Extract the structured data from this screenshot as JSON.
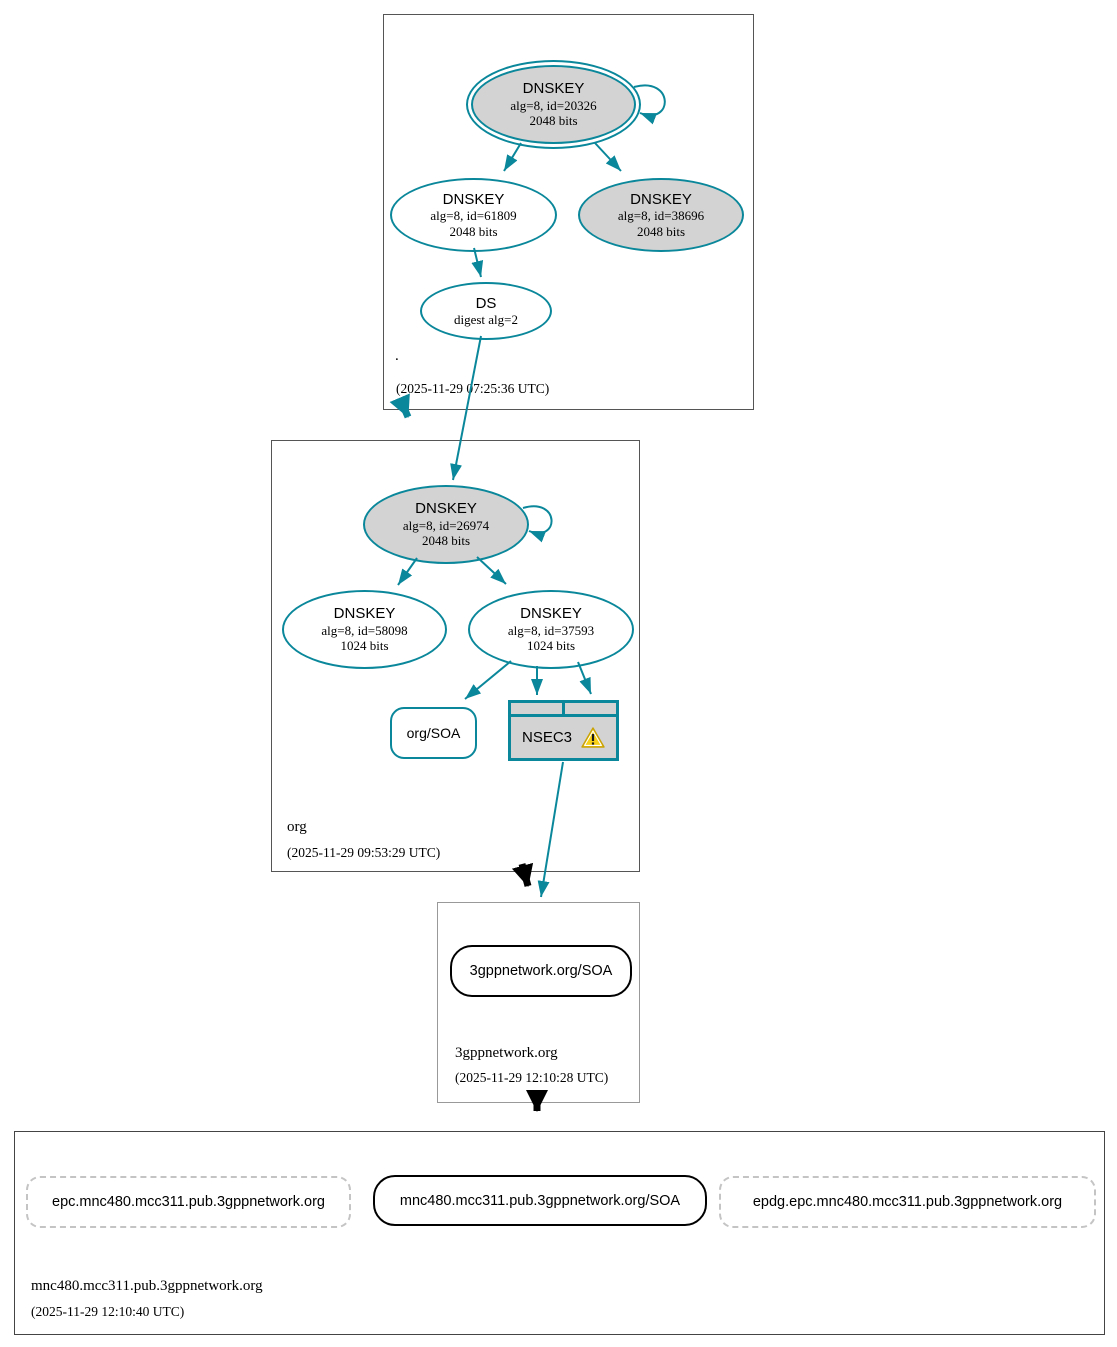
{
  "diagram_type": "dnssec-authentication-chain",
  "colors": {
    "secure_edge_teal": "#0a879a",
    "insecure_edge_black": "#000000",
    "node_fill_gray": "#d3d3d3",
    "node_fill_white": "#ffffff",
    "dashed_node_border": "#c4c4c4",
    "warning_yellow": "#f7d117",
    "zone_box_border": "#555555"
  },
  "zones": {
    "root": {
      "label": ".",
      "timestamp": "(2025-11-29 07:25:36 UTC)",
      "ksk": {
        "title": "DNSKEY",
        "detail1": "alg=8, id=20326",
        "detail2": "2048 bits"
      },
      "zsk": {
        "title": "DNSKEY",
        "detail1": "alg=8, id=61809",
        "detail2": "2048 bits"
      },
      "key38696": {
        "title": "DNSKEY",
        "detail1": "alg=8, id=38696",
        "detail2": "2048 bits"
      },
      "ds": {
        "title": "DS",
        "detail1": "digest alg=2"
      }
    },
    "org": {
      "label": "org",
      "timestamp": "(2025-11-29 09:53:29 UTC)",
      "ksk": {
        "title": "DNSKEY",
        "detail1": "alg=8, id=26974",
        "detail2": "2048 bits"
      },
      "zsk58098": {
        "title": "DNSKEY",
        "detail1": "alg=8, id=58098",
        "detail2": "1024 bits"
      },
      "zsk37593": {
        "title": "DNSKEY",
        "detail1": "alg=8, id=37593",
        "detail2": "1024 bits"
      },
      "soa": {
        "title": "org/SOA"
      },
      "nsec3": {
        "title": "NSEC3"
      }
    },
    "gppnetwork_org": {
      "label": "3gppnetwork.org",
      "timestamp": "(2025-11-29 12:10:28 UTC)",
      "soa": {
        "title": "3gppnetwork.org/SOA"
      }
    },
    "mnc480": {
      "label": "mnc480.mcc311.pub.3gppnetwork.org",
      "timestamp": "(2025-11-29 12:10:40 UTC)",
      "epc": {
        "title": "epc.mnc480.mcc311.pub.3gppnetwork.org"
      },
      "soa": {
        "title": "mnc480.mcc311.pub.3gppnetwork.org/SOA"
      },
      "epdg": {
        "title": "epdg.epc.mnc480.mcc311.pub.3gppnetwork.org"
      }
    }
  }
}
